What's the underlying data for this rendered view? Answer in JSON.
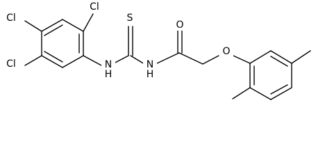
{
  "molecule": {
    "atoms": {
      "cl_top": "Cl",
      "cl_upper": "Cl",
      "cl_lower": "Cl",
      "nh_left": "H",
      "n_left": "N",
      "s": "S",
      "nh_right": "H",
      "n_right": "N",
      "o_carbonyl": "O",
      "o_ether": "O"
    }
  }
}
